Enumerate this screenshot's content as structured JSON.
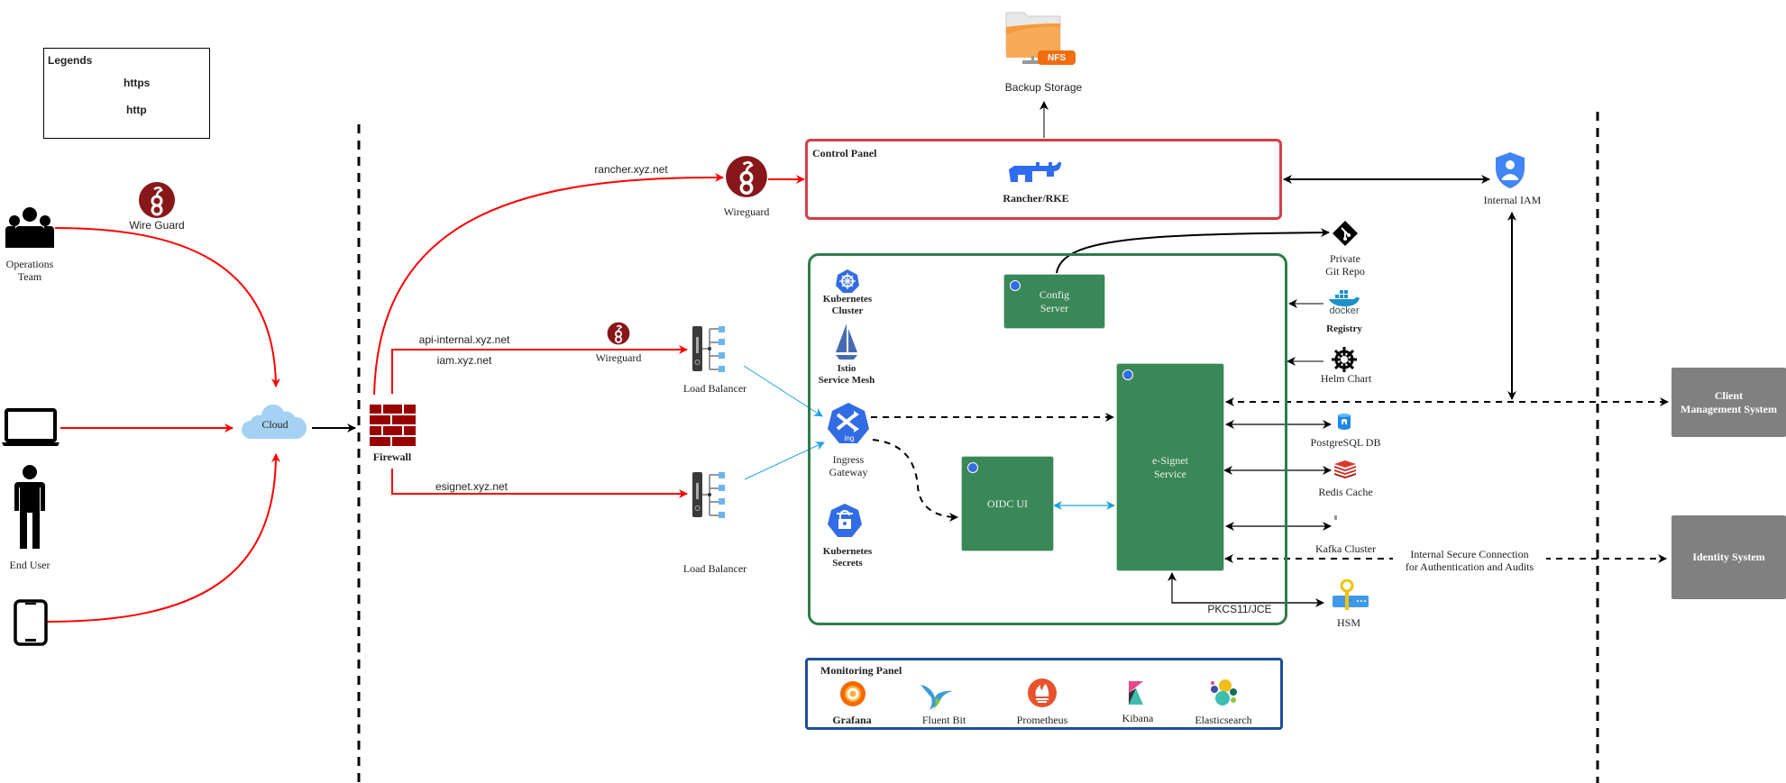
{
  "legend": {
    "title": "Legends",
    "items": [
      {
        "label": "https",
        "color": "#ff0000"
      },
      {
        "label": "http",
        "color": "#1ba1e2"
      }
    ]
  },
  "actors": {
    "operations_team": "Operations\nTeam",
    "end_user": "End User",
    "wire_guard": "Wire Guard"
  },
  "network": {
    "cloud": "Cloud",
    "firewall": "Firewall",
    "wireguard_rancher": "Wireguard",
    "wireguard_api": "Wireguard",
    "load_balancer_1": "Load Balancer",
    "load_balancer_2": "Load Balancer"
  },
  "routes": {
    "rancher": "rancher.xyz.net",
    "api_internal": "api-internal.xyz.net",
    "iam": "iam.xyz.net",
    "esignet": "esignet.xyz.net"
  },
  "backup_storage": {
    "label": "Backup Storage",
    "badge": "NFS"
  },
  "control_panel": {
    "title": "Control Panel",
    "rancher": "Rancher/RKE"
  },
  "cluster": {
    "kubernetes_cluster": "Kubernetes\nCluster",
    "istio": "Istio\nService Mesh",
    "ingress": "Ingress\nGateway",
    "ingress_badge": "ing",
    "k8s_secrets": "Kubernetes\nSecrets",
    "config_server": "Config\nServer",
    "oidc_ui": "OIDC UI",
    "esignet_service": "e-Signet\nService",
    "pkcs": "PKCS11/JCE"
  },
  "dependencies": {
    "git_repo": "Private\nGit Repo",
    "docker_word": "docker",
    "registry": "Registry",
    "helm": "Helm Chart",
    "postgres": "PostgreSQL DB",
    "redis": "Redis Cache",
    "kafka": "Kafka Cluster",
    "hsm": "HSM",
    "internal_iam": "Internal IAM"
  },
  "external": {
    "client_mgmt": "Client\nManagement System",
    "identity": "Identity System",
    "secure_connection": "Internal Secure Connection\nfor Authentication and Audits"
  },
  "monitoring": {
    "title": "Monitoring Panel",
    "tools": [
      "Grafana",
      "Fluent Bit",
      "Prometheus",
      "Kibana",
      "Elasticsearch"
    ]
  },
  "colors": {
    "https": "#ff0000",
    "http": "#1ba1e2",
    "control_panel_border": "#d33d4a",
    "cluster_border": "#2e7d4a",
    "service_fill": "#3a8757",
    "monitoring_border": "#1f4e9c",
    "external_fill": "#808080",
    "wireguard": "#88171a",
    "firewall": "#990000"
  }
}
